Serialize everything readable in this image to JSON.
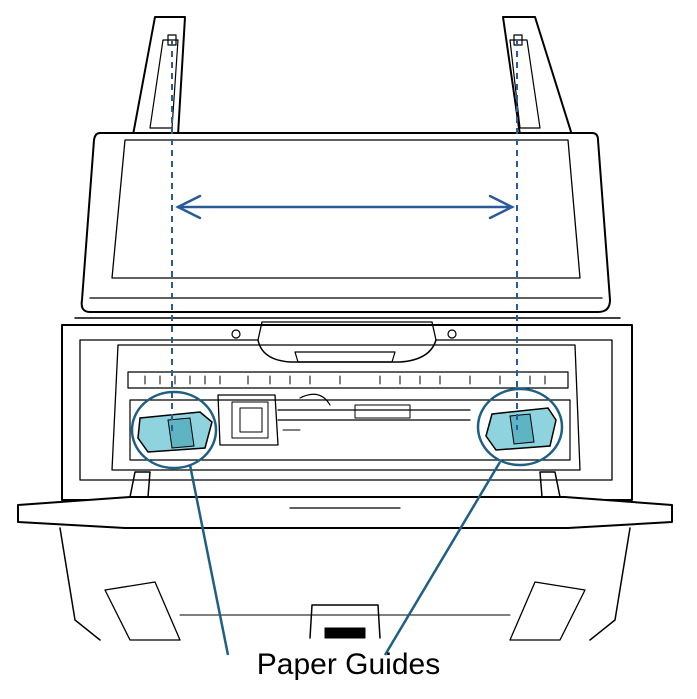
{
  "caption": "Paper Guides",
  "colors": {
    "outline": "#000000",
    "guide_fill": "#8fd3df",
    "guide_shade": "#5fb4c4",
    "callout": "#1f5f86",
    "arrow": "#2a5a98",
    "guide_line": "#2a5a98",
    "background": "#ffffff"
  },
  "icons": [
    "paper-guide-left",
    "paper-guide-right",
    "width-arrow",
    "scanner-body"
  ]
}
